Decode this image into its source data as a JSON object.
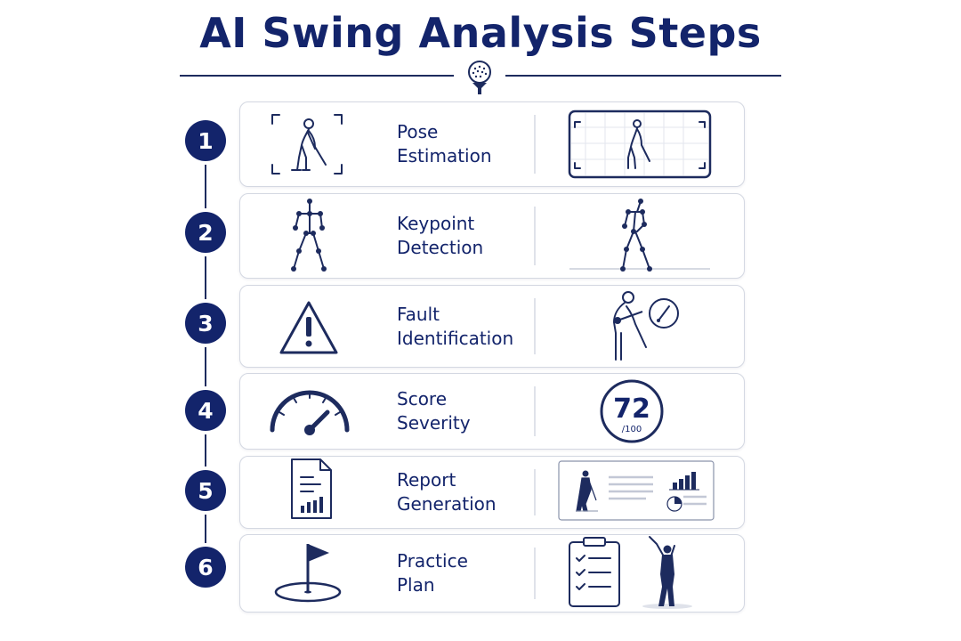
{
  "title": "AI Swing Analysis Steps",
  "accent_color": "#13246b",
  "steps": [
    {
      "number": "1",
      "line1": "Pose",
      "line2": "Estimation",
      "icon": "golfer-in-frame-icon",
      "visual": "pose-overlay-screen"
    },
    {
      "number": "2",
      "line1": "Keypoint",
      "line2": "Detection",
      "icon": "skeleton-keypoints-icon",
      "visual": "skeleton-on-ground"
    },
    {
      "number": "3",
      "line1": "Fault",
      "line2": "Identification",
      "icon": "warning-triangle-icon",
      "visual": "golfer-with-magnifier"
    },
    {
      "number": "4",
      "line1": "Score",
      "line2": "Severity",
      "icon": "gauge-icon",
      "visual": "score-badge"
    },
    {
      "number": "5",
      "line1": "Report",
      "line2": "Generation",
      "icon": "document-chart-icon",
      "visual": "report-dashboard"
    },
    {
      "number": "6",
      "line1": "Practice",
      "line2": "Plan",
      "icon": "golf-flag-icon",
      "visual": "checklist-and-golfer"
    }
  ],
  "score": {
    "value": "72",
    "max": "/100"
  }
}
